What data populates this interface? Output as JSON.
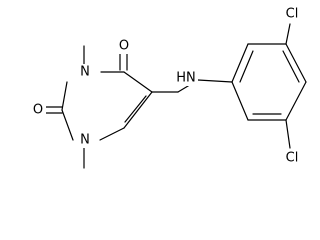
{
  "labels": {
    "o_top": "O",
    "n3": "N",
    "o_left": "O",
    "n1": "N",
    "nh": "HN",
    "cl_top": "Cl",
    "cl_bottom": "Cl"
  },
  "colors": {
    "stroke": "#000000",
    "text": "#000000",
    "background": "#ffffff"
  }
}
